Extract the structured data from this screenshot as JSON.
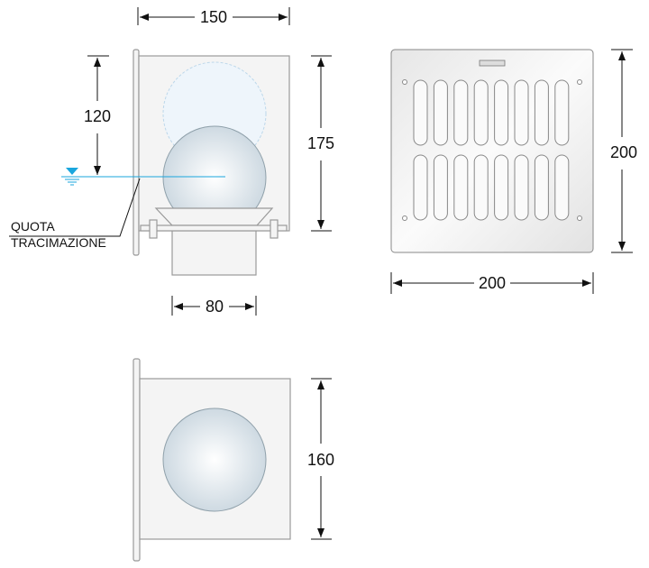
{
  "dimensions": {
    "top_width": "150",
    "overflow_height": "120",
    "total_height": "175",
    "pipe_diameter": "80",
    "grate_height": "200",
    "grate_width": "200",
    "bottom_height": "160"
  },
  "labels": {
    "overflow_line_1": "QUOTA",
    "overflow_line_2": "TRACIMAZIONE"
  },
  "colors": {
    "water": "#1aa6dd"
  },
  "grate": {
    "slot_columns": 8,
    "slot_rows": 2
  }
}
